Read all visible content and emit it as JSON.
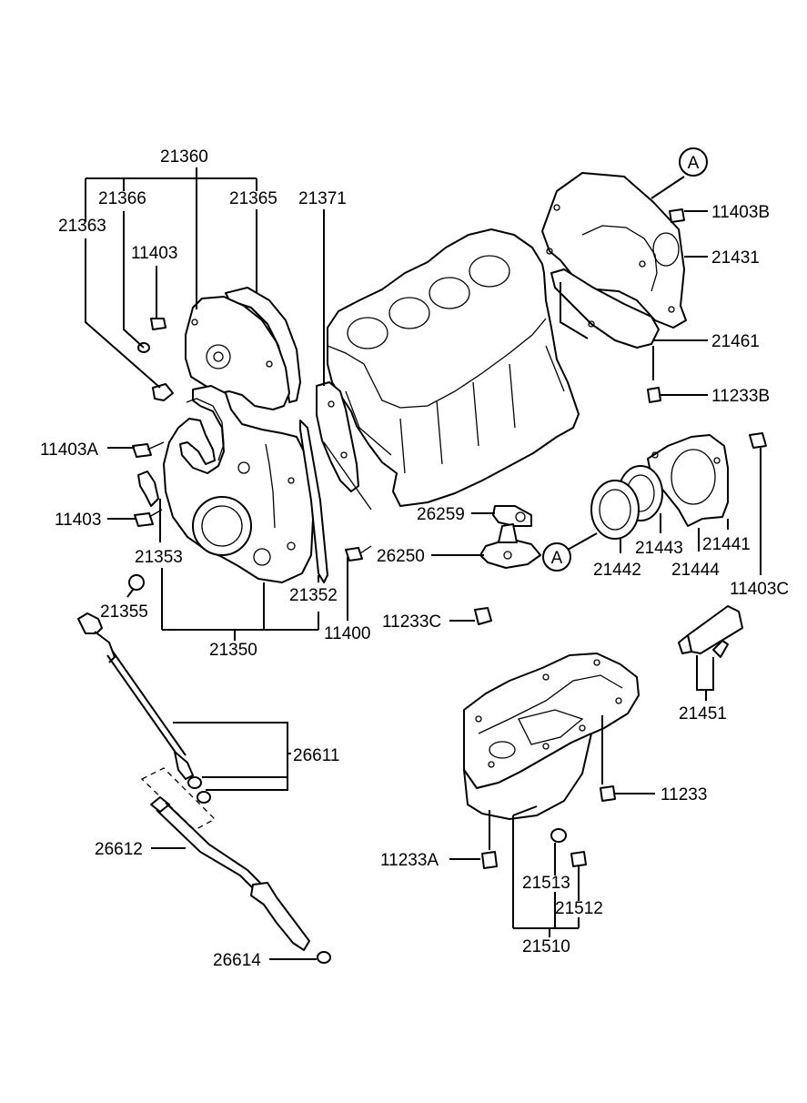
{
  "labels": {
    "p21360": "21360",
    "p21366": "21366",
    "p21365": "21365",
    "p21371": "21371",
    "p21363": "21363",
    "p11403_top": "11403",
    "p11403A": "11403A",
    "p11403_mid": "11403",
    "p21353": "21353",
    "p21355": "21355",
    "p21352": "21352",
    "p21350": "21350",
    "p11400": "11400",
    "p26259": "26259",
    "p26250": "26250",
    "p11233C": "11233C",
    "p11403B": "11403B",
    "p21431": "21431",
    "p21461": "21461",
    "p11233B": "11233B",
    "p21443": "21443",
    "p21441": "21441",
    "p21442": "21442",
    "p21444": "21444",
    "p11403C": "11403C",
    "p21451": "21451",
    "p26611": "26611",
    "p26612": "26612",
    "p26614": "26614",
    "p11233": "11233",
    "p11233A": "11233A",
    "p21513": "21513",
    "p21512": "21512",
    "p21510": "21510"
  },
  "callouts": {
    "ref_a_top": "A",
    "ref_a_mid": "A"
  }
}
